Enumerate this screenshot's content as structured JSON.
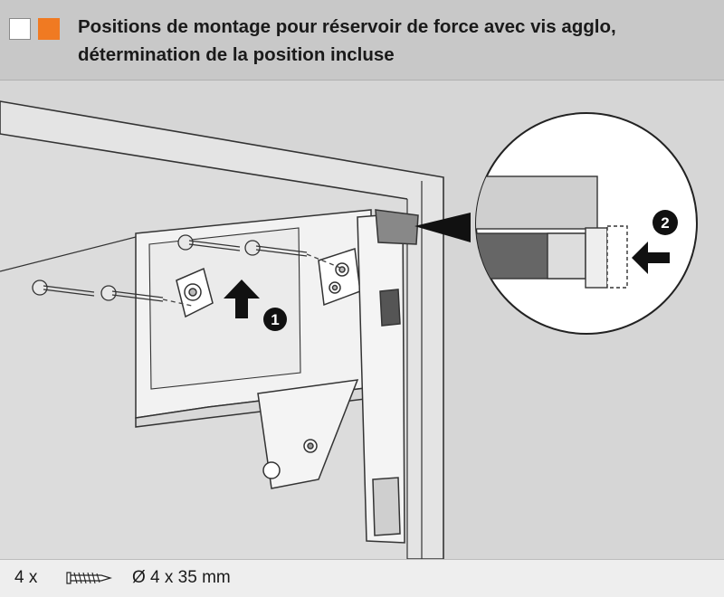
{
  "header": {
    "title_line1": "Positions de montage pour réservoir de force avec vis agglo,",
    "title_line2": "détermination de la position incluse",
    "swatch_colors": [
      "#ffffff",
      "#f07a22"
    ]
  },
  "steps": [
    {
      "label": "1"
    },
    {
      "label": "2"
    }
  ],
  "footer": {
    "quantity": "4 x",
    "screw_icon": "chipboard-screw-icon",
    "dimensions": "Ø 4 x 35 mm"
  }
}
